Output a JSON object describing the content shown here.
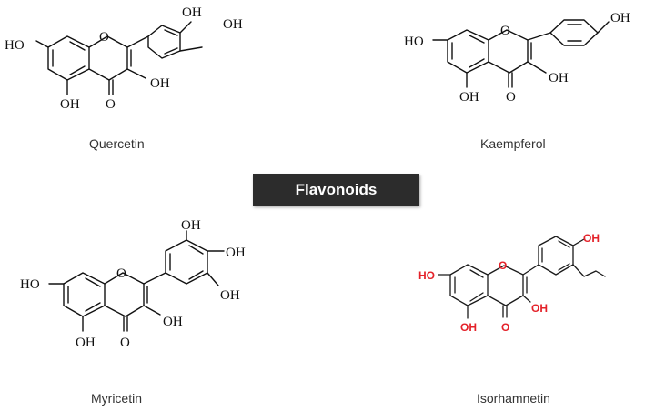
{
  "banner": {
    "label": "Flavonoids"
  },
  "molecules": [
    {
      "name": "Quercetin",
      "substituents": {
        "c7": "HO",
        "c5": "OH",
        "c4": "O",
        "c3": "OH",
        "b3": "OH",
        "b4": "OH"
      }
    },
    {
      "name": "Kaempferol",
      "substituents": {
        "c7": "HO",
        "c5": "OH",
        "c4": "O",
        "c3": "OH",
        "b4": "OH"
      }
    },
    {
      "name": "Myricetin",
      "substituents": {
        "c7": "HO",
        "c5": "OH",
        "c4": "O",
        "c3": "OH",
        "b3": "OH",
        "b4": "OH",
        "b5": "OH"
      }
    },
    {
      "name": "Isorhamnetin",
      "substituents": {
        "c7": "HO",
        "c5": "OH",
        "c4": "O",
        "c3": "OH",
        "b4": "OH"
      }
    }
  ],
  "ring_oxygen": "O",
  "colors": {
    "isorhamnetin_labels": "#e4222a",
    "banner_bg": "#2c2c2c"
  }
}
